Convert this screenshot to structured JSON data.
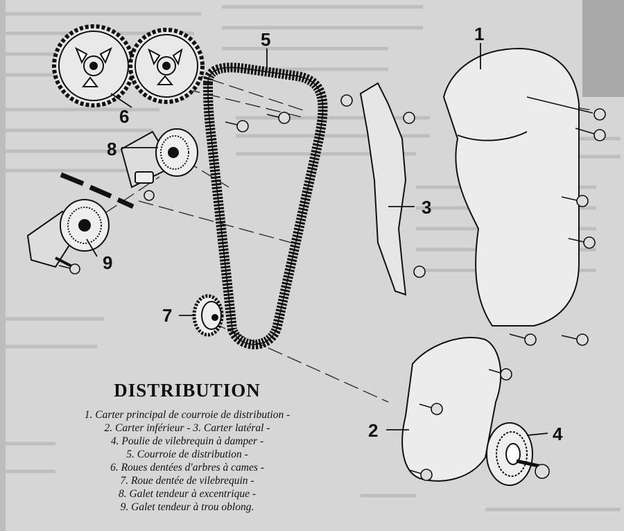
{
  "diagram": {
    "title": "DISTRIBUTION",
    "legend": [
      "1. Carter principal de courroie de distribution -",
      "2. Carter inférieur - 3. Carter latéral -",
      "4. Poulie de vilebrequin à damper -",
      "5. Courroie de distribution -",
      "6. Roues dentées d'arbres à cames -",
      "7. Roue dentée de vilebrequin -",
      "8. Galet tendeur à excentrique -",
      "9. Galet tendeur à trou oblong."
    ],
    "callouts": {
      "n1": "1",
      "n2": "2",
      "n3": "3",
      "n4": "4",
      "n5": "5",
      "n6": "6",
      "n7": "7",
      "n8": "8",
      "n9": "9"
    }
  },
  "colors": {
    "paper": "#d6d6d6",
    "ink": "#111111",
    "faded_text": "#9a9a9a"
  }
}
